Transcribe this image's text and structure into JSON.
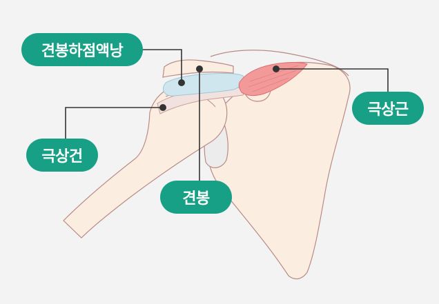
{
  "colors": {
    "background": "#f3f3f3",
    "pill": "#17a085",
    "pill_text": "#ffffff",
    "bone_fill": "#fbeee1",
    "bone_outline": "#b98a85",
    "bursa_fill": "#cfe6ef",
    "muscle_fill": "#f29a9a",
    "cartilage_fill": "#ececec",
    "leader_line": "#333333"
  },
  "labels": {
    "bursa": "견봉하점액낭",
    "supraspinatus_muscle": "극상근",
    "supraspinatus_tendon": "극상건",
    "acromion": "견봉"
  },
  "icons": {
    "anatomy": "shoulder-joint-illustration"
  }
}
